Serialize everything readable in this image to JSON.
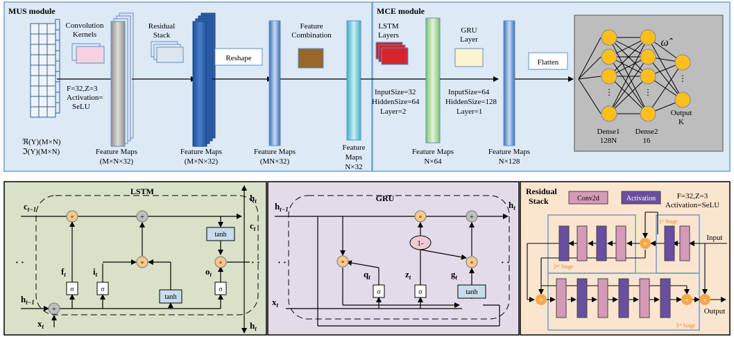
{
  "mus": {
    "title": "MUS module",
    "conv_kernels_label": [
      "Convolution",
      "Kernels"
    ],
    "residual_stack_label": [
      "Residual",
      "Stack"
    ],
    "reshape_label": "Reshape",
    "feature_combination_label": [
      "Feature",
      "Combination"
    ],
    "params": [
      "F=32,Z=3",
      "Activation=",
      "SeLU"
    ],
    "inputs": [
      "ℜ(Y)(M×N)",
      "ℑ(Y)(M×N)"
    ],
    "fmap1": [
      "Feature Maps",
      "(M×N×32)"
    ],
    "fmap2": [
      "Feature Maps",
      "(M×N×32)"
    ],
    "fmap3": [
      "Feature Maps",
      "(MN×32)"
    ]
  },
  "center_fmap": [
    "Feature",
    "Maps",
    "N×32"
  ],
  "mce": {
    "title": "MCE module",
    "lstm_label": [
      "LSTM",
      "Layers"
    ],
    "gru_label": [
      "GRU",
      "Layer"
    ],
    "lstm_params": [
      "InputSize=32",
      "HiddenSize=64",
      "Layer=2"
    ],
    "gru_params": [
      "InputSize=64",
      "HiddenSize=128",
      "Layer=1"
    ],
    "fmap_lstm": [
      "Feature Maps",
      "N×64"
    ],
    "fmap_gru": [
      "Feature Maps",
      "N×128"
    ],
    "flatten_label": "Flatten"
  },
  "dense": {
    "omega": "ω̂",
    "dense1": [
      "Dense1",
      "128N"
    ],
    "dense2": [
      "Dense2",
      "16"
    ],
    "output": [
      "Output",
      "K"
    ]
  },
  "lstm_cell": {
    "title": "LSTM",
    "c_prev": "c",
    "c_prev_sub": "t−1",
    "h_prev": "h",
    "h_prev_sub": "t−1",
    "x": "x",
    "x_sub": "t",
    "h_out": "h",
    "h_out_sub": "t",
    "c_out": "c",
    "c_out_sub": "t",
    "f": "f",
    "i": "i",
    "o": "o",
    "gate_sub": "t",
    "sigma": "σ",
    "tanh": "tanh",
    "dots": "· ·"
  },
  "gru_cell": {
    "title": "GRU",
    "h_prev": "h",
    "h_prev_sub": "t−1",
    "x": "x",
    "x_sub": "t",
    "h_out": "h",
    "h_out_sub": "t",
    "q": "q",
    "z": "z",
    "g": "g",
    "gate_sub": "t",
    "sigma": "σ",
    "tanh": "tanh",
    "one_minus": "1-",
    "dots": "· ·"
  },
  "residual": {
    "title": [
      "Residual",
      "Stack"
    ],
    "legend_conv": "Conv2d",
    "legend_act": "Activation",
    "params": [
      "F=32,Z=3",
      "Activation=SeLU"
    ],
    "stage1": "1ˢᵗ Stage",
    "stage2": "2ⁿᵈ Stage",
    "stage3": "3ʳᵈ Stage",
    "input": "Input",
    "output": "Output"
  },
  "colors": {
    "top_bg": "#dde9f5",
    "lstm_bg": "#d9e2c9",
    "gru_bg": "#e3dbea",
    "res_bg": "#fbe5cf",
    "node": "#fcbf1e",
    "conv": "#d59ab7",
    "act": "#6a4ea0",
    "dense_bg": "#bdbdbd"
  }
}
